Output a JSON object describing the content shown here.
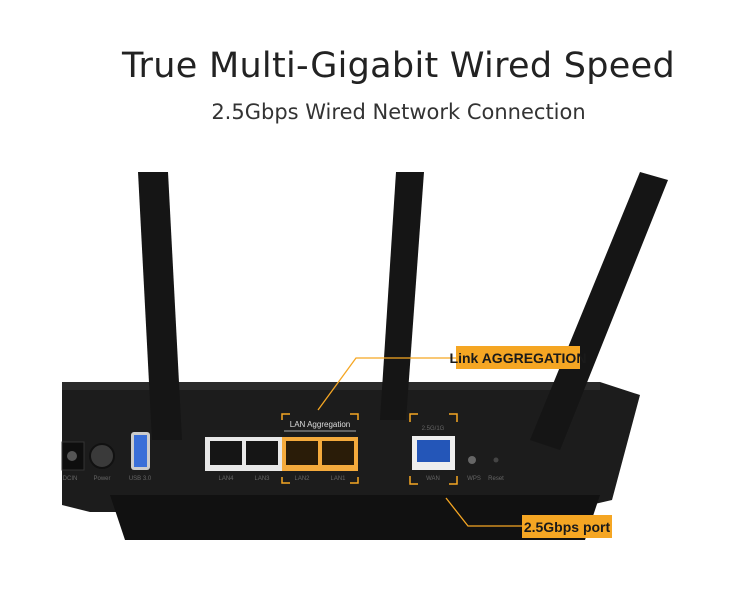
{
  "header": {
    "title": "True Multi-Gigabit Wired Speed",
    "subtitle": "2.5Gbps Wired Network Connection"
  },
  "callouts": {
    "link_aggregation": "Link AGGREGATION",
    "wan_port": "2.5Gbps port"
  },
  "router_labels": {
    "lan_aggregation": "LAN Aggregation",
    "dc_in": "DCIN",
    "power": "Power",
    "usb": "USB 3.0",
    "lan4": "LAN4",
    "lan3": "LAN3",
    "lan2": "LAN2",
    "lan1": "LAN1",
    "wan_speed": "2.5G/1G",
    "wan": "WAN",
    "wps": "WPS",
    "reset": "Reset"
  },
  "colors": {
    "accent": "#f5a623",
    "router_body": "#1e1e1e",
    "wan_port": "#2456b8"
  }
}
